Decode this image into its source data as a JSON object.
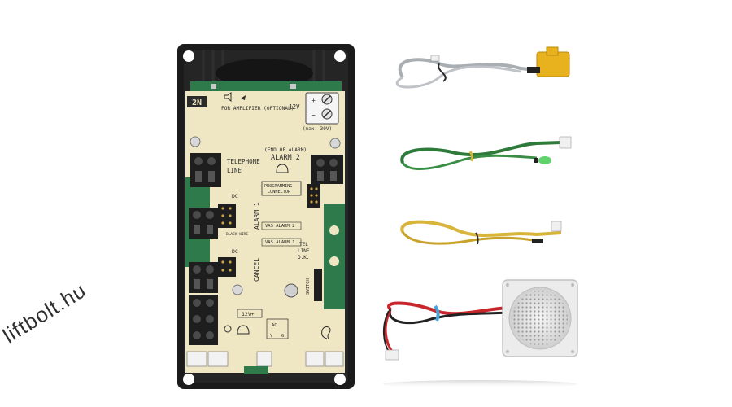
{
  "watermark": "liftbolt.hu",
  "board": {
    "logo": "2N",
    "amp_label": "FOR AMPLIFIER (OPTIONAL)",
    "amp_voltage": "12V",
    "max_voltage": "(max. 30V)",
    "plus": "+",
    "minus": "−",
    "telephone_line_1": "TELEPHONE",
    "telephone_line_2": "LINE",
    "end_of_alarm": "(END OF ALARM)",
    "alarm2": "ALARM 2",
    "programming_1": "PROGRAMMING",
    "programming_2": "CONNECTOR",
    "dc": "DC",
    "alarm1": "ALARM 1",
    "vas_alarm_2": "VAS ALARM 2",
    "vas_alarm_1": "VAS ALARM 1",
    "black_wire": "BLACK WIRE",
    "cancel": "CANCEL",
    "tel_line_ok_1": "TEL",
    "tel_line_ok_2": "LINE",
    "tel_line_ok_3": "O.K.",
    "switch": "SWITCH",
    "v12": "12V+",
    "ac": "AC",
    "y": "Y",
    "g": "G"
  },
  "colors": {
    "board_frame": "#1b1b1b",
    "pcb_face": "#efe6c3",
    "pcb_green": "#2f7a4a",
    "terminal": "#1e1e1e",
    "wire_gray": "#a9aeb3",
    "wire_green": "#2e7a3a",
    "wire_yellow": "#d9b43a",
    "wire_red": "#c8262b",
    "connector_yellow": "#e8b21e",
    "speaker": "#ececec"
  }
}
